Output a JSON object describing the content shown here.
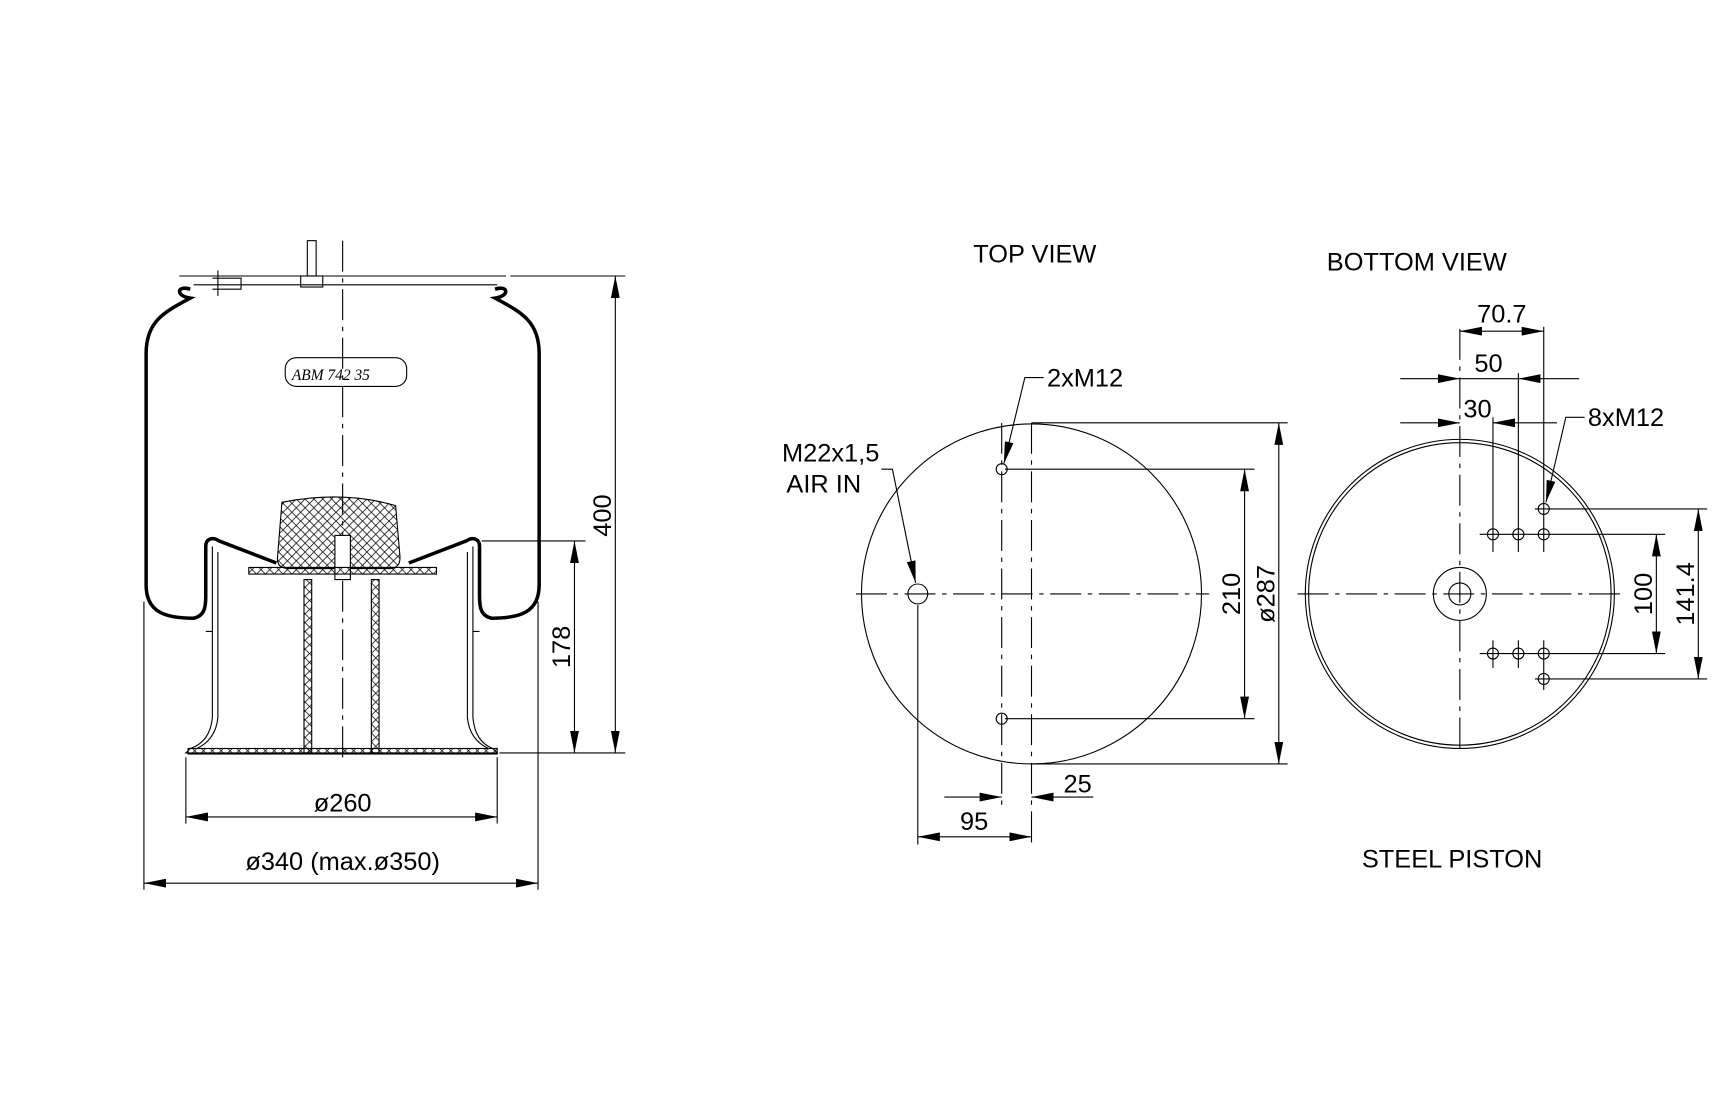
{
  "side_view": {
    "label_plate": "ABM 742 35",
    "dim_height": "400",
    "dim_piston_height": "178",
    "dim_piston_diameter": "ø260",
    "dim_bellow_diameter": "ø340 (max.ø350)"
  },
  "top_view": {
    "title": "TOP VIEW",
    "thread_label": "2xM12",
    "air_inlet_line1": "M22x1,5",
    "air_inlet_line2": "AIR IN",
    "dim_bolt_spacing": "210",
    "dim_diameter": "ø287",
    "dim_offset": "25",
    "dim_inlet_offset": "95"
  },
  "bottom_view": {
    "title": "BOTTOM VIEW",
    "subtitle": "STEEL PISTON",
    "thread_label": "8xM12",
    "dim_70_7": "70.7",
    "dim_50": "50",
    "dim_30": "30",
    "dim_100": "100",
    "dim_141_4": "141.4"
  }
}
